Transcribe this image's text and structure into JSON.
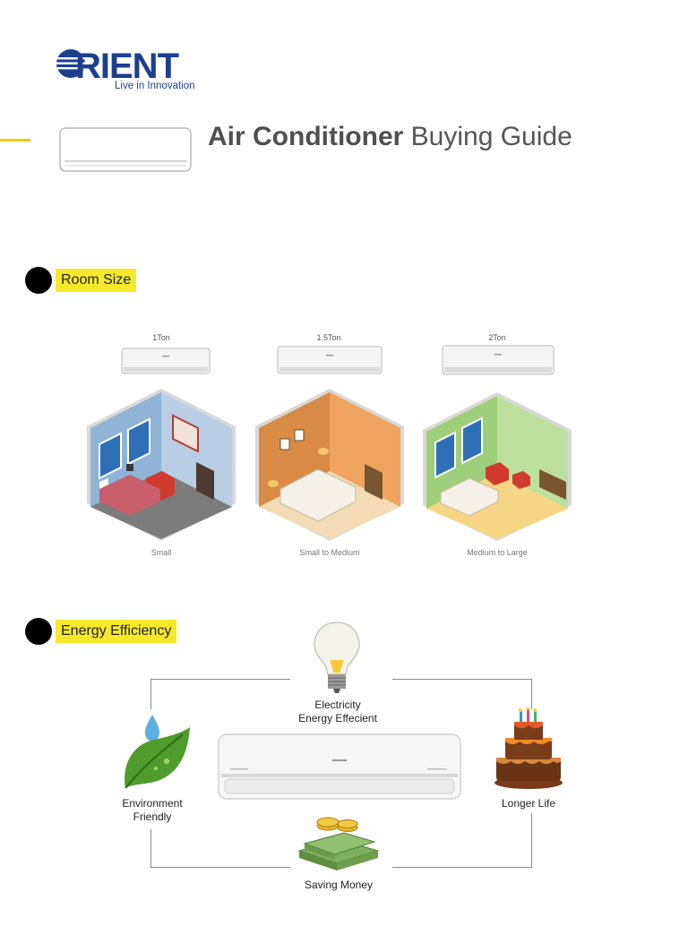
{
  "brand": {
    "name": "RIENT",
    "tagline": "Live in Innovation",
    "color": "#1d3f8f"
  },
  "title": {
    "bold": "Air Conditioner",
    "rest": " Buying Guide"
  },
  "room_size": {
    "heading": "Room Size",
    "units": [
      {
        "ton": "1Ton",
        "room": "Small"
      },
      {
        "ton": "1.5Ton",
        "room": "Small to Medium"
      },
      {
        "ton": "2Ton",
        "room": "Medium to Large"
      }
    ]
  },
  "energy": {
    "heading": "Energy Efficiency",
    "features": {
      "top_line1": "Electricity",
      "top_line2": "Energy Effecient",
      "left_line1": "Environment",
      "left_line2": "Friendly",
      "right": "Longer Life",
      "bottom": "Saving Money"
    }
  },
  "colors": {
    "highlight": "#f7e82a",
    "accent_dash": "#f5c600"
  }
}
